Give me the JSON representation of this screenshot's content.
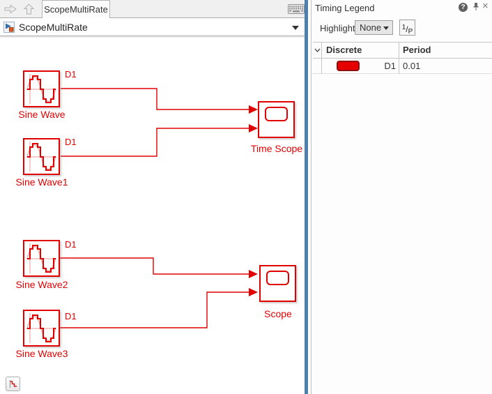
{
  "tab_bar": {
    "tab_label": "ScopeMultiRate"
  },
  "breadcrumb": {
    "model_name": "ScopeMultiRate"
  },
  "canvas": {
    "sources": [
      {
        "label": "Sine Wave",
        "rate": "D1"
      },
      {
        "label": "Sine Wave1",
        "rate": "D1"
      },
      {
        "label": "Sine Wave2",
        "rate": "D1"
      },
      {
        "label": "Sine Wave3",
        "rate": "D1"
      }
    ],
    "sinks": [
      {
        "label": "Time Scope"
      },
      {
        "label": "Scope"
      }
    ]
  },
  "timing_legend": {
    "title": "Timing Legend",
    "help_glyph": "?",
    "close_glyph": "×",
    "highlight_label": "Highlight",
    "highlight_value": "None",
    "period_toggle": {
      "num": "1",
      "slash": "/",
      "den": "P"
    },
    "table": {
      "col_discrete": "Discrete",
      "col_period": "Period",
      "rows": [
        {
          "rate": "D1",
          "period": "0.01",
          "color": "#e60000"
        }
      ]
    }
  },
  "colors": {
    "signal_red": "#e00000",
    "divider_blue": "#4e7fae"
  }
}
